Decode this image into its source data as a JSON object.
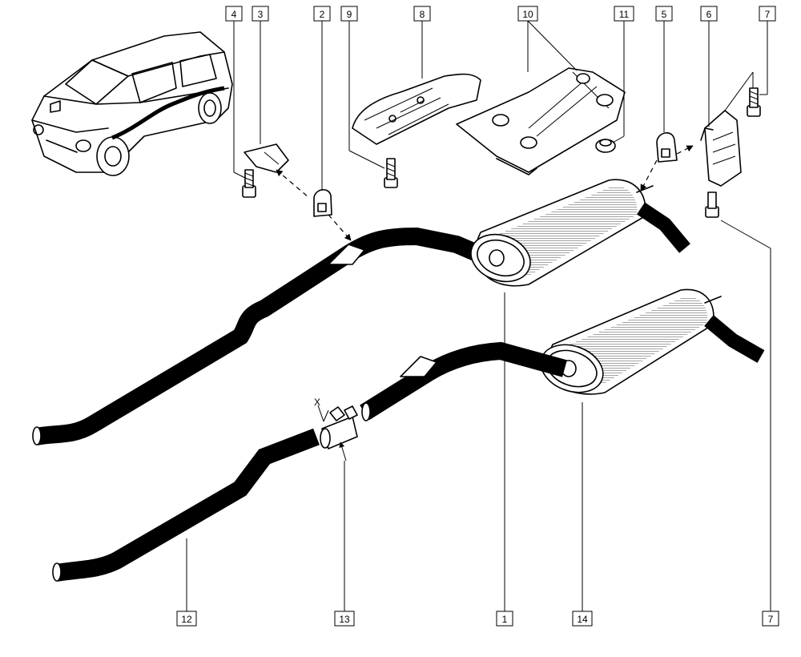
{
  "callouts": {
    "c4": "4",
    "c3": "3",
    "c2": "2",
    "c9": "9",
    "c8": "8",
    "c10": "10",
    "c11": "11",
    "c5": "5",
    "c6": "6",
    "c7_top": "7",
    "c12": "12",
    "c13": "13",
    "c1": "1",
    "c14": "14",
    "c7_bottom": "7"
  },
  "annotation_x": "X"
}
